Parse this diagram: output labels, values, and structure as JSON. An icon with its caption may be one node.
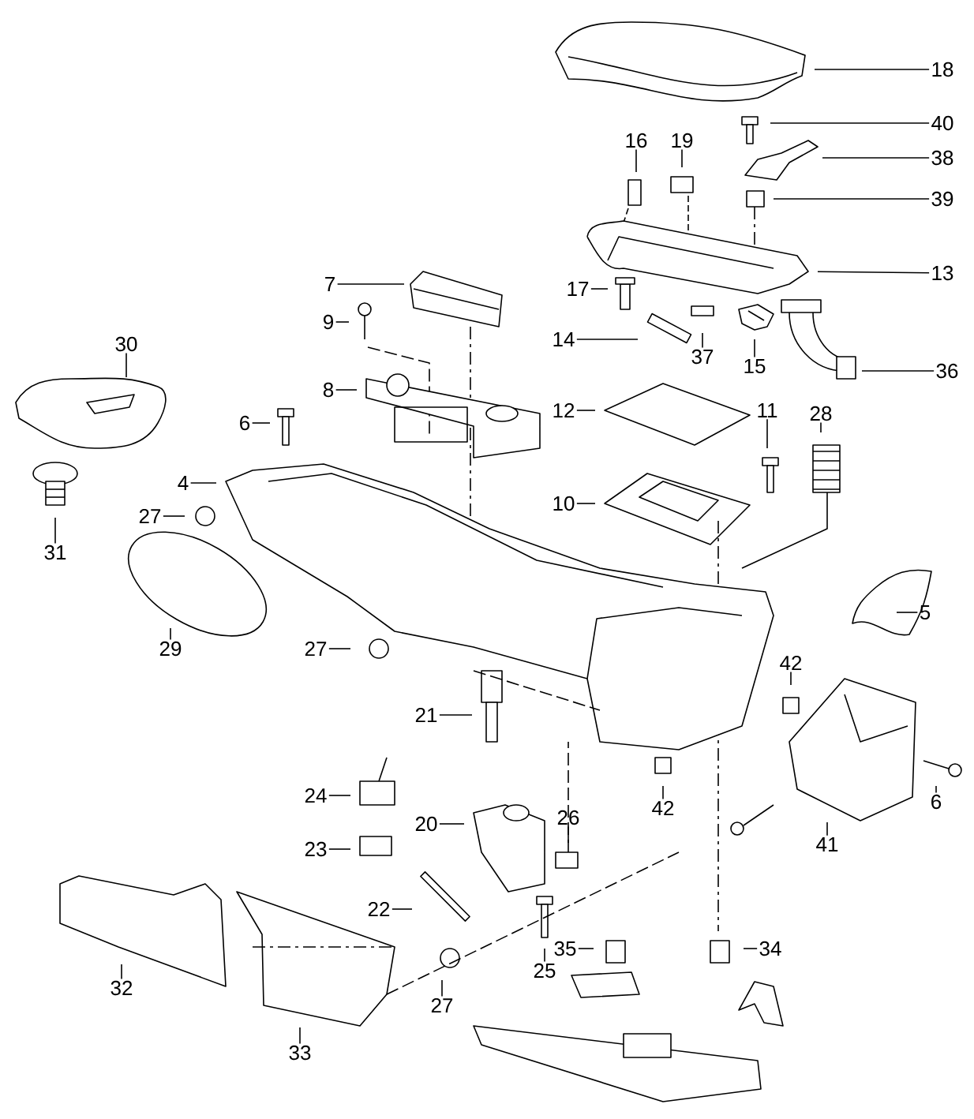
{
  "diagram": {
    "nodes": [
      {
        "text": [
          "18"
        ]
      },
      {
        "text": [
          "40"
        ]
      },
      {
        "text": [
          "16"
        ]
      },
      {
        "text": [
          "19"
        ]
      },
      {
        "text": [
          "38"
        ]
      },
      {
        "text": [
          "39"
        ]
      },
      {
        "text": [
          "13"
        ]
      },
      {
        "text": [
          "7"
        ]
      },
      {
        "text": [
          "17"
        ]
      },
      {
        "text": [
          "9"
        ]
      },
      {
        "text": [
          "14"
        ]
      },
      {
        "text": [
          "30"
        ]
      },
      {
        "text": [
          "37"
        ]
      },
      {
        "text": [
          "15"
        ]
      },
      {
        "text": [
          "36"
        ]
      },
      {
        "text": [
          "8"
        ]
      },
      {
        "text": [
          "12"
        ]
      },
      {
        "text": [
          "11"
        ]
      },
      {
        "text": [
          "28"
        ]
      },
      {
        "text": [
          "6"
        ]
      },
      {
        "text": [
          "4"
        ]
      },
      {
        "text": [
          "10"
        ]
      },
      {
        "text": [
          "27"
        ]
      },
      {
        "text": [
          "31"
        ]
      },
      {
        "text": [
          "5"
        ]
      },
      {
        "text": [
          "29"
        ]
      },
      {
        "text": [
          "27"
        ]
      },
      {
        "text": [
          "42"
        ]
      },
      {
        "text": [
          "21"
        ]
      },
      {
        "text": [
          "24"
        ]
      },
      {
        "text": [
          "6"
        ]
      },
      {
        "text": [
          "26"
        ]
      },
      {
        "text": [
          "20"
        ]
      },
      {
        "text": [
          "42"
        ]
      },
      {
        "text": [
          "41"
        ]
      },
      {
        "text": [
          "23"
        ]
      },
      {
        "text": [
          "22"
        ]
      },
      {
        "text": [
          "35"
        ]
      },
      {
        "text": [
          "34"
        ]
      },
      {
        "text": [
          "25"
        ]
      },
      {
        "text": [
          "32"
        ]
      },
      {
        "text": [
          "27"
        ]
      },
      {
        "text": [
          "33"
        ]
      }
    ],
    "edges": [
      {
        "from": 0,
        "to": null,
        "arrow": "none"
      },
      {
        "from": 1,
        "to": null,
        "arrow": "none"
      },
      {
        "from": 2,
        "to": null,
        "arrow": "none"
      },
      {
        "from": 3,
        "to": null,
        "arrow": "none"
      },
      {
        "from": 4,
        "to": null,
        "arrow": "none"
      },
      {
        "from": 5,
        "to": null,
        "arrow": "none"
      },
      {
        "from": 6,
        "to": null,
        "arrow": "none"
      },
      {
        "from": 7,
        "to": null,
        "arrow": "none"
      },
      {
        "from": 8,
        "to": null,
        "arrow": "none"
      },
      {
        "from": 9,
        "to": null,
        "arrow": "none"
      },
      {
        "from": 10,
        "to": null,
        "arrow": "none"
      },
      {
        "from": 11,
        "to": null,
        "arrow": "none"
      },
      {
        "from": 12,
        "to": null,
        "arrow": "none"
      },
      {
        "from": 13,
        "to": null,
        "arrow": "none"
      },
      {
        "from": 14,
        "to": null,
        "arrow": "none"
      },
      {
        "from": 15,
        "to": null,
        "arrow": "none"
      },
      {
        "from": 16,
        "to": null,
        "arrow": "none"
      },
      {
        "from": 17,
        "to": null,
        "arrow": "none"
      },
      {
        "from": 18,
        "to": null,
        "arrow": "none"
      },
      {
        "from": 19,
        "to": null,
        "arrow": "none"
      },
      {
        "from": 20,
        "to": null,
        "arrow": "none"
      },
      {
        "from": 21,
        "to": null,
        "arrow": "none"
      },
      {
        "from": 22,
        "to": null,
        "arrow": "none"
      },
      {
        "from": 23,
        "to": null,
        "arrow": "none"
      },
      {
        "from": 24,
        "to": null,
        "arrow": "none"
      },
      {
        "from": 25,
        "to": null,
        "arrow": "none"
      },
      {
        "from": 26,
        "to": null,
        "arrow": "none"
      },
      {
        "from": 27,
        "to": null,
        "arrow": "none"
      },
      {
        "from": 28,
        "to": null,
        "arrow": "none"
      },
      {
        "from": 29,
        "to": null,
        "arrow": "none"
      },
      {
        "from": 30,
        "to": null,
        "arrow": "none"
      },
      {
        "from": 31,
        "to": null,
        "arrow": "none"
      },
      {
        "from": 32,
        "to": null,
        "arrow": "none"
      },
      {
        "from": 33,
        "to": null,
        "arrow": "none"
      },
      {
        "from": 34,
        "to": null,
        "arrow": "none"
      },
      {
        "from": 35,
        "to": null,
        "arrow": "none"
      },
      {
        "from": 36,
        "to": null,
        "arrow": "none"
      },
      {
        "from": 37,
        "to": null,
        "arrow": "none"
      },
      {
        "from": 38,
        "to": null,
        "arrow": "none"
      },
      {
        "from": 39,
        "to": null,
        "arrow": "none"
      },
      {
        "from": 40,
        "to": null,
        "arrow": "none"
      },
      {
        "from": 41,
        "to": null,
        "arrow": "none"
      },
      {
        "from": 42,
        "to": null,
        "arrow": "none"
      }
    ]
  }
}
